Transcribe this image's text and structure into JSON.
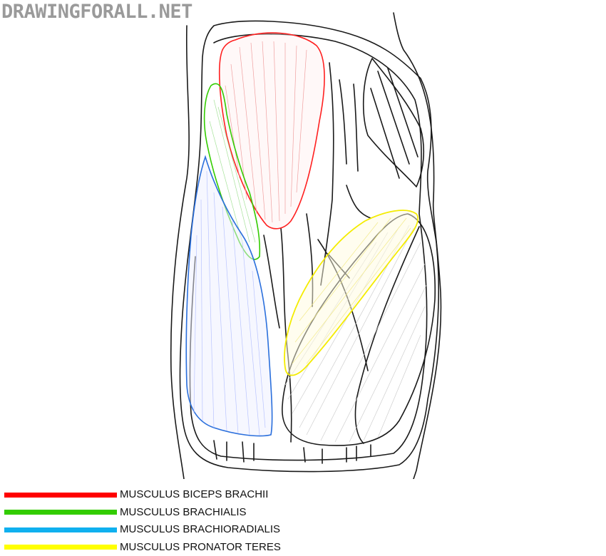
{
  "watermark": "DRAWINGFORALL.NET",
  "colors": {
    "biceps": "#ff0000",
    "brachialis": "#33cc00",
    "brachioradialis": "#0fb0ef",
    "pronator_teres": "#ffff00",
    "outline": "#1a1a1a"
  },
  "legend": [
    {
      "label": "MUSCULUS BICEPS BRACHII",
      "color": "#ff0000"
    },
    {
      "label": "MUSCULUS BRACHIALIS",
      "color": "#33cc00"
    },
    {
      "label": "MUSCULUS BRACHIORADIALIS",
      "color": "#0fb0ef"
    },
    {
      "label": "MUSCULUS PRONATOR TERES",
      "color": "#ffff00"
    }
  ]
}
